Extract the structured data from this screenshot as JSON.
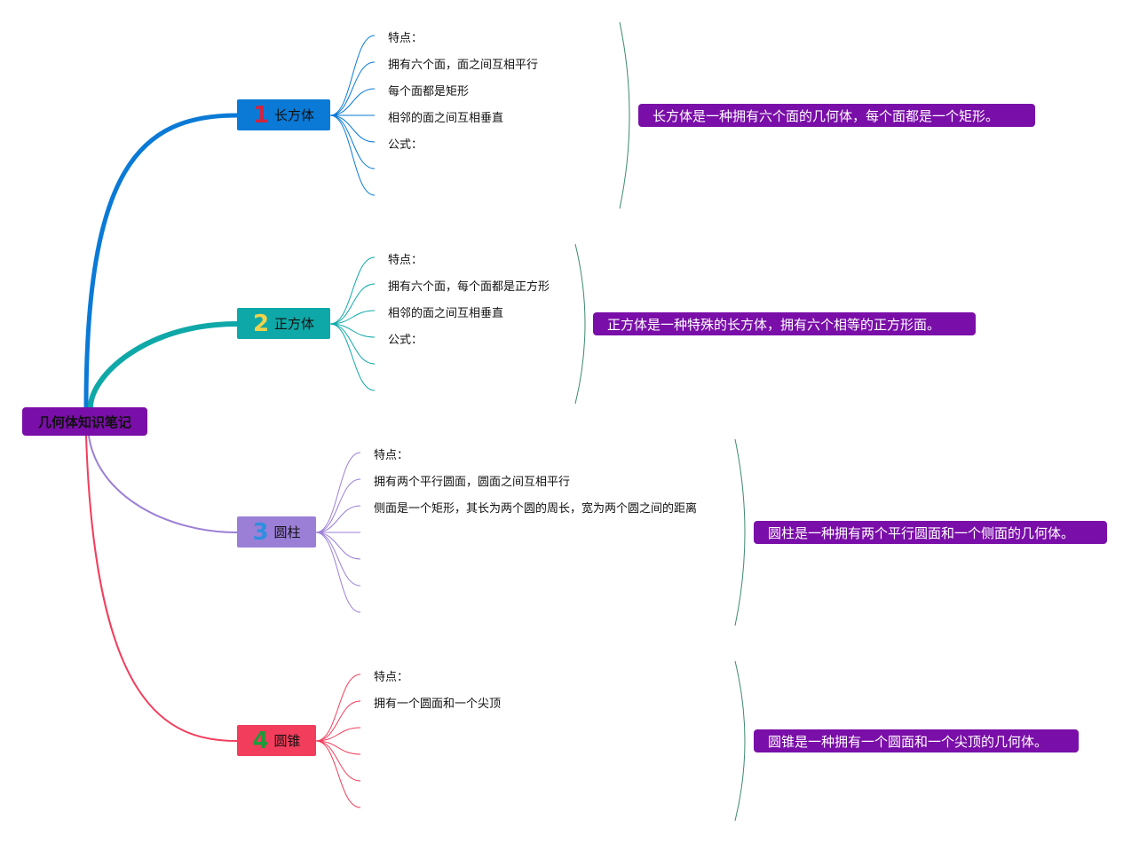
{
  "root": {
    "title": "几何体知识笔记",
    "color": "#7a0ea8"
  },
  "branches": [
    {
      "number": "1",
      "title": "长方体",
      "color": "#0a7ad6",
      "number_color": "#d0263f",
      "leaves": [
        "特点：",
        "拥有六个面，面之间互相平行",
        "每个面都是矩形",
        "相邻的面之间互相垂直",
        "公式：",
        "",
        ""
      ],
      "summary": "长方体是一种拥有六个面的几何体，每个面都是一个矩形。"
    },
    {
      "number": "2",
      "title": "正方体",
      "color": "#0fa8a8",
      "number_color": "#f2d24a",
      "leaves": [
        "特点：",
        "拥有六个面，每个面都是正方形",
        "相邻的面之间互相垂直",
        "公式：",
        "",
        ""
      ],
      "summary": "正方体是一种特殊的长方体，拥有六个相等的正方形面。"
    },
    {
      "number": "3",
      "title": "圆柱",
      "color": "#9b7fd6",
      "number_color": "#2e8fe0",
      "leaves": [
        "特点：",
        "拥有两个平行圆面，圆面之间互相平行",
        "侧面是一个矩形，其长为两个圆的周长，宽为两个圆之间的距离",
        "",
        "",
        "",
        ""
      ],
      "summary": "圆柱是一种拥有两个平行圆面和一个侧面的几何体。"
    },
    {
      "number": "4",
      "title": "圆锥",
      "color": "#f23d5c",
      "number_color": "#1e9a3a",
      "leaves": [
        "特点：",
        "拥有一个圆面和一个尖顶",
        "",
        "",
        "",
        ""
      ],
      "summary": "圆锥是一种拥有一个圆面和一个尖顶的几何体。"
    }
  ],
  "bracket_color": "#3d8a6e",
  "summary_color": "#7a0ea8"
}
